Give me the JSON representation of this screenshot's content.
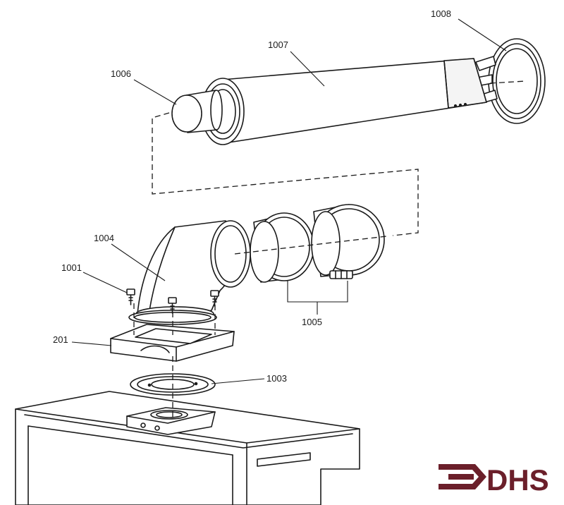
{
  "diagram": {
    "part_labels": {
      "p1008": "1008",
      "p1007": "1007",
      "p1006": "1006",
      "p1004": "1004",
      "p1001": "1001",
      "p201": "201",
      "p1003": "1003",
      "p1005": "1005"
    }
  },
  "logo": {
    "text": "DHS",
    "color": "#6b1f2a"
  },
  "colors": {
    "line": "#1a1a1a",
    "background": "#ffffff"
  }
}
